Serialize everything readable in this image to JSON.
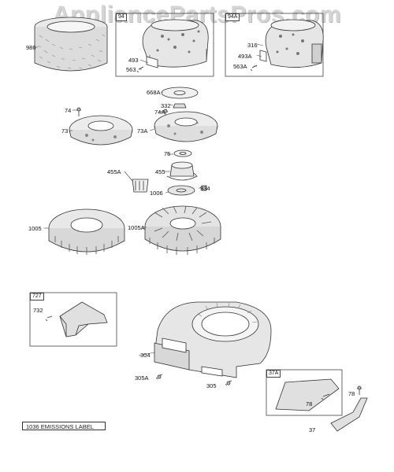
{
  "watermark": "AppliancePartsPros.com",
  "callouts": {
    "c986": "986",
    "c94": "94",
    "c94a": "94A",
    "c493": "493",
    "c563": "563",
    "c316": "316",
    "c493a": "493A",
    "c563a": "563A",
    "c668a": "668A",
    "c332": "332",
    "c74": "74",
    "c74a": "74A",
    "c73": "73",
    "c73a": "73A",
    "c75": "75",
    "c455a": "455A",
    "c455": "455",
    "c1006": "1006",
    "c934": "934",
    "c1005": "1005",
    "c1005a": "1005A",
    "c727": "727",
    "c732": "732",
    "c304": "304",
    "c305a": "305A",
    "c305": "305",
    "c37a": "37A",
    "c78": "78",
    "c78b": "78",
    "c37": "37"
  },
  "emissions_label": "1036 EMISSIONS LABEL"
}
